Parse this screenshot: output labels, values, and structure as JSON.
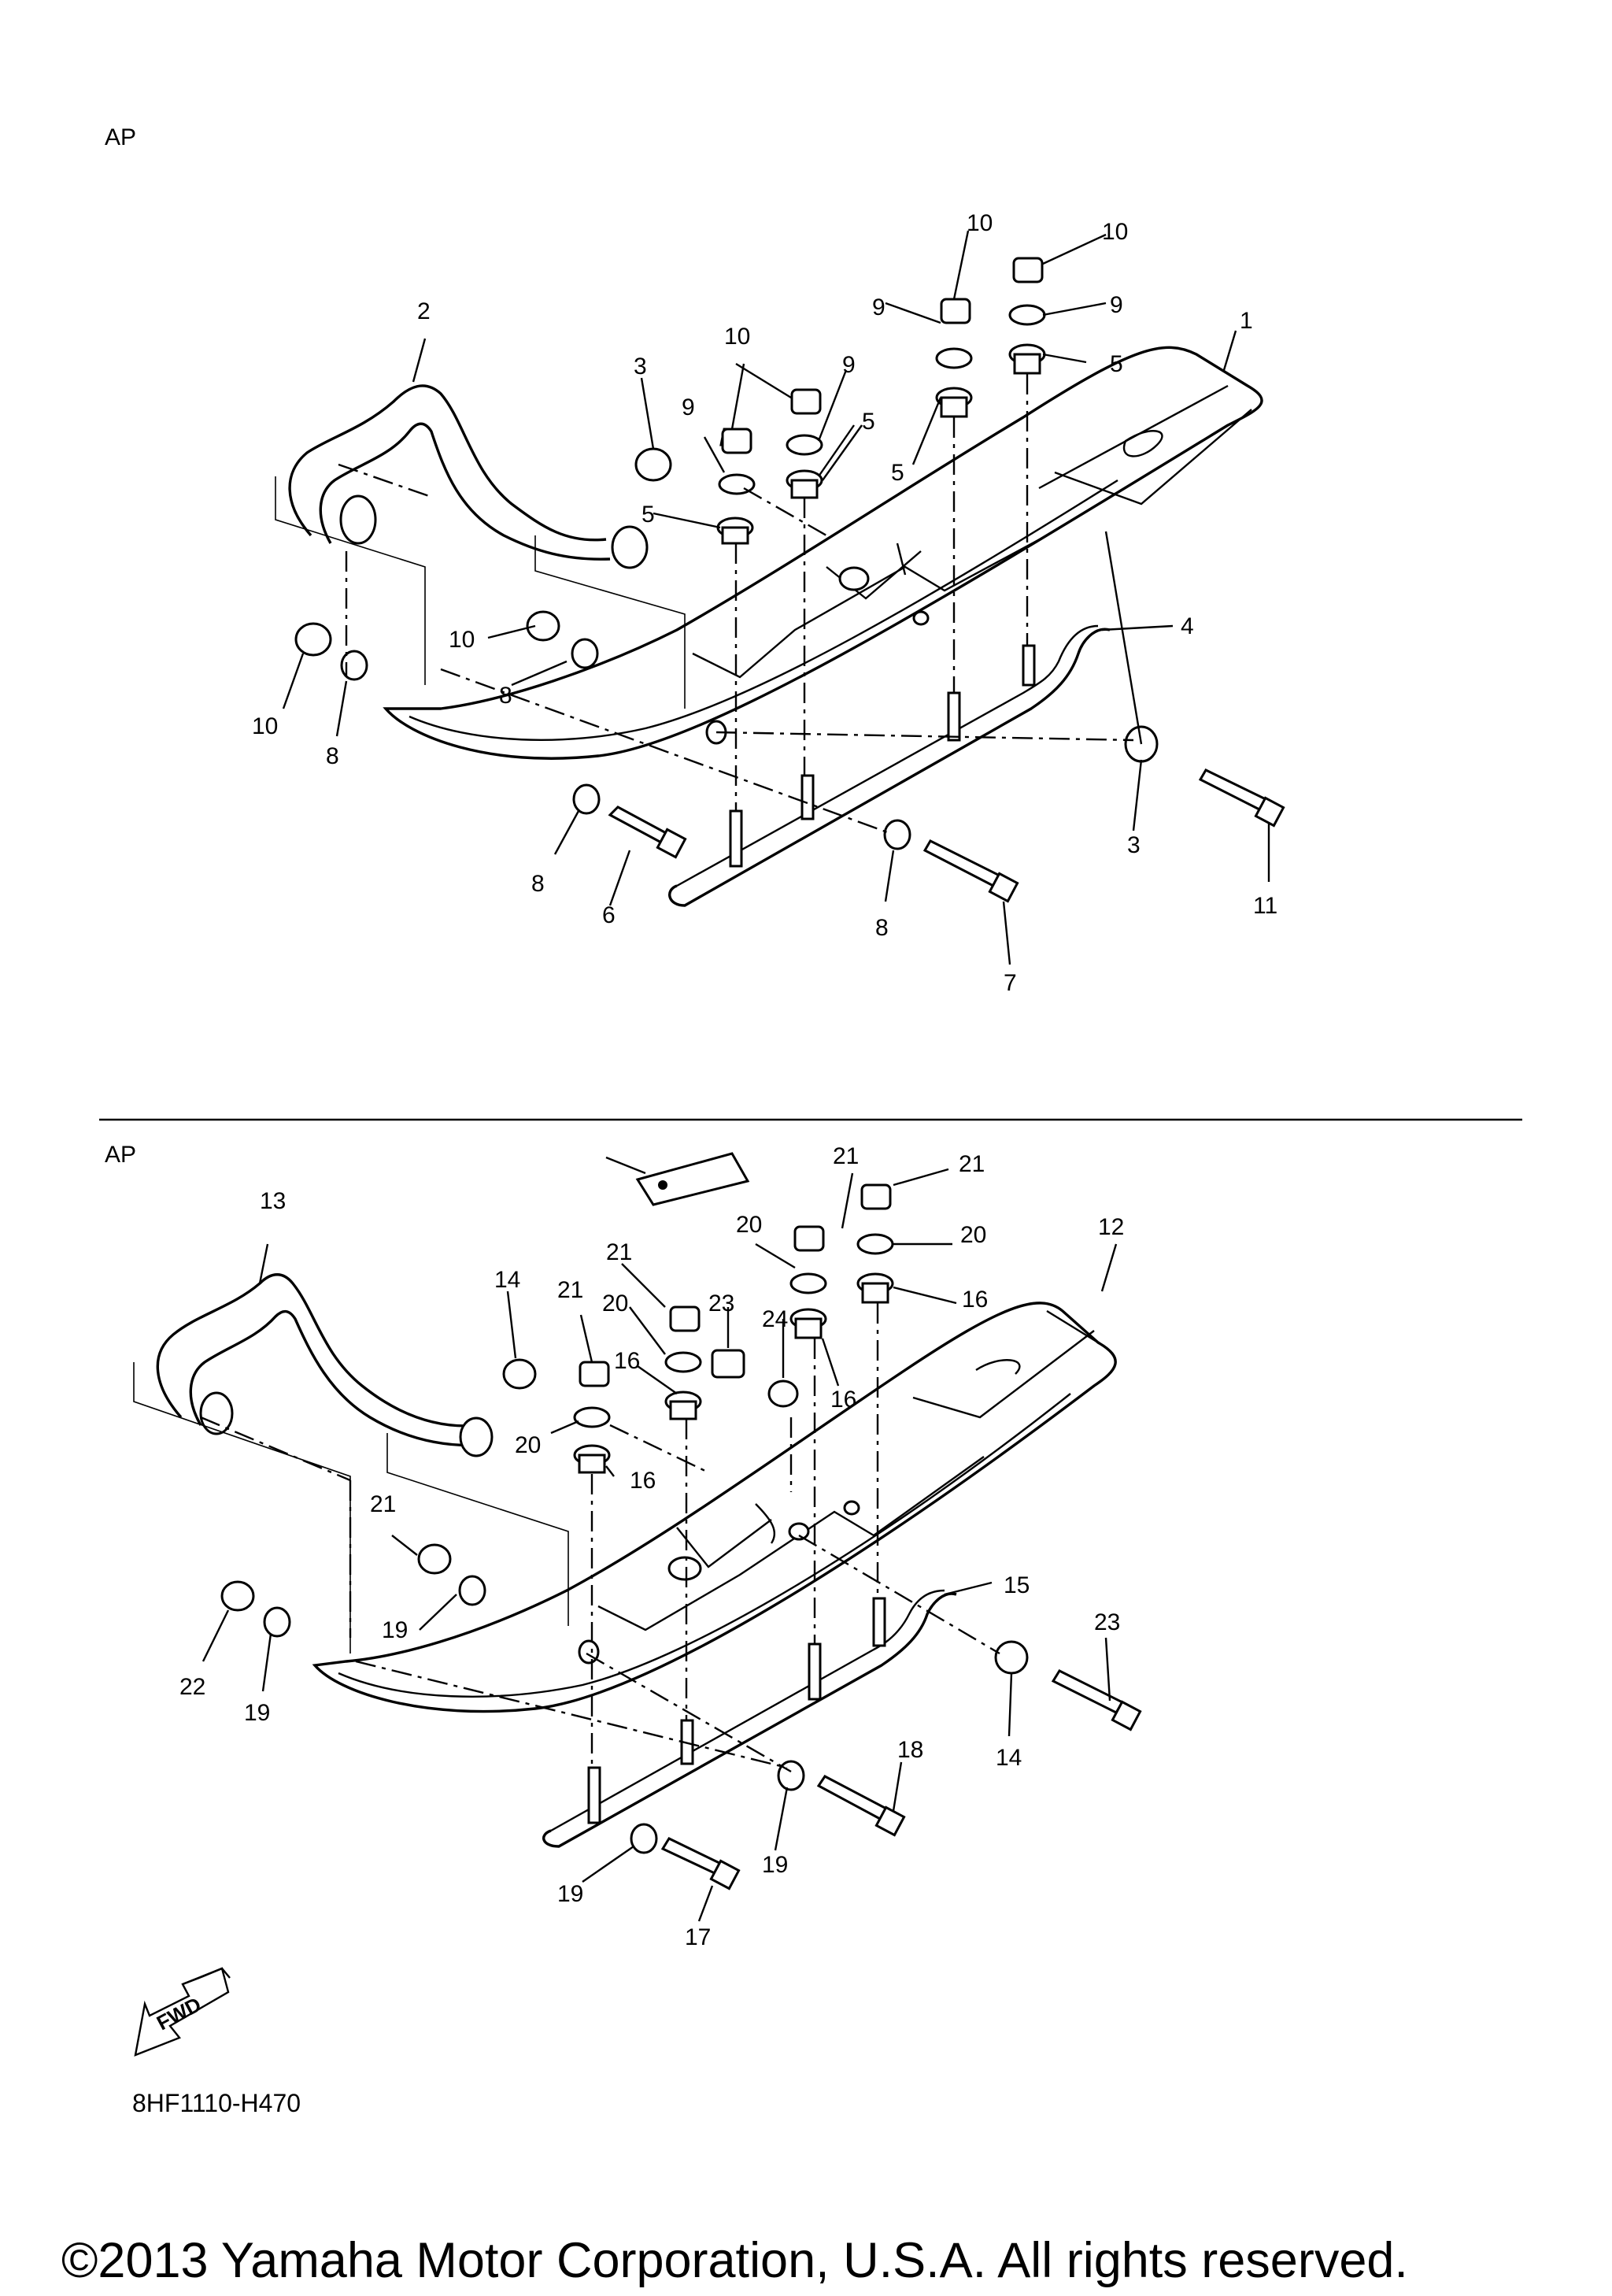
{
  "sections": [
    {
      "label": "AP",
      "callouts": [
        "1",
        "2",
        "3",
        "3",
        "4",
        "5",
        "5",
        "5",
        "5",
        "6",
        "7",
        "8",
        "8",
        "8",
        "8",
        "9",
        "9",
        "9",
        "9",
        "10",
        "10",
        "10",
        "10",
        "10",
        "11"
      ]
    },
    {
      "label": "AP",
      "callouts": [
        "12",
        "13",
        "14",
        "14",
        "15",
        "16",
        "16",
        "16",
        "16",
        "17",
        "18",
        "19",
        "19",
        "19",
        "19",
        "20",
        "20",
        "20",
        "20",
        "21",
        "21",
        "21",
        "21",
        "21",
        "22",
        "23",
        "23",
        "24"
      ]
    }
  ],
  "fwd_label": "FWD",
  "diagram_code": "8HF1110-H470",
  "copyright": "©2013 Yamaha Motor Corporation, U.S.A. All rights reserved."
}
